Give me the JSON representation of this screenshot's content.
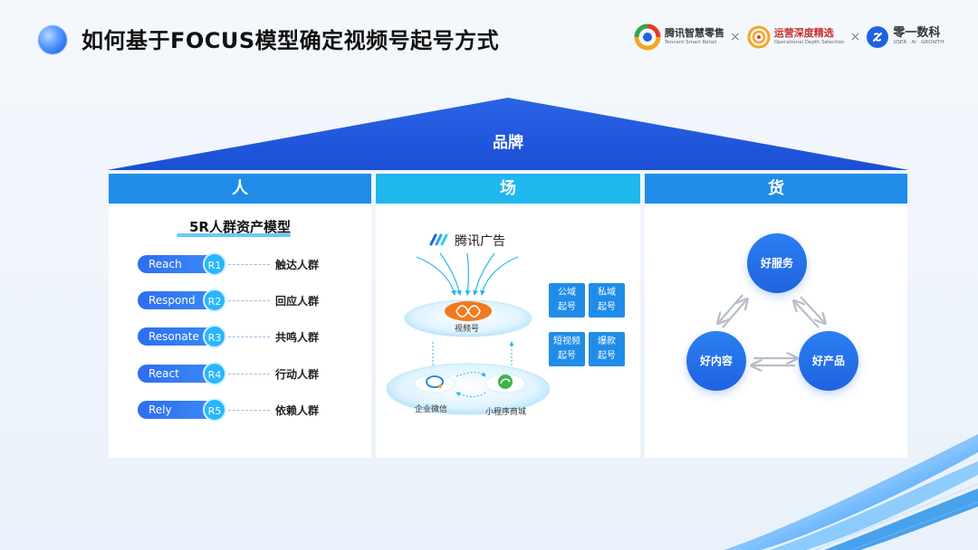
{
  "header": {
    "title": "如何基于FOCUS模型确定视频号起号方式",
    "logos": [
      {
        "name": "腾讯智慧零售",
        "sub": "Tencent Smart Retail"
      },
      {
        "name": "运营深度精选",
        "sub": "Operational Depth Selection"
      },
      {
        "name": "零一数科",
        "sub": "USER · AI · GROWTH"
      }
    ],
    "separator": "×"
  },
  "roof": {
    "label": "品牌"
  },
  "pillars": [
    {
      "label": "人",
      "color": "#1f8de8"
    },
    {
      "label": "场",
      "color": "#1fb7ee"
    },
    {
      "label": "货",
      "color": "#1f8de8"
    }
  ],
  "people": {
    "title": "5R人群资产模型",
    "rows": [
      {
        "name": "Reach",
        "code": "R1",
        "desc": "触达人群"
      },
      {
        "name": "Respond",
        "code": "R2",
        "desc": "回应人群"
      },
      {
        "name": "Resonate",
        "code": "R3",
        "desc": "共鸣人群"
      },
      {
        "name": "React",
        "code": "R4",
        "desc": "行动人群"
      },
      {
        "name": "Rely",
        "code": "R5",
        "desc": "依赖人群"
      }
    ]
  },
  "scene": {
    "ad_title": "腾讯广告",
    "channels": "视频号",
    "wecom": "企业微信",
    "miniprogram": "小程序商城",
    "boxes": [
      {
        "line1": "公域",
        "line2": "起号"
      },
      {
        "line1": "私域",
        "line2": "起号"
      },
      {
        "line1": "短视频",
        "line2": "起号"
      },
      {
        "line1": "爆款",
        "line2": "起号"
      }
    ]
  },
  "goods": {
    "top": "好服务",
    "left": "好内容",
    "right": "好产品"
  },
  "colors": {
    "brand_blue": "#1f63e0",
    "cyan": "#1fb7ee",
    "light_cyan": "#29b6ff"
  }
}
